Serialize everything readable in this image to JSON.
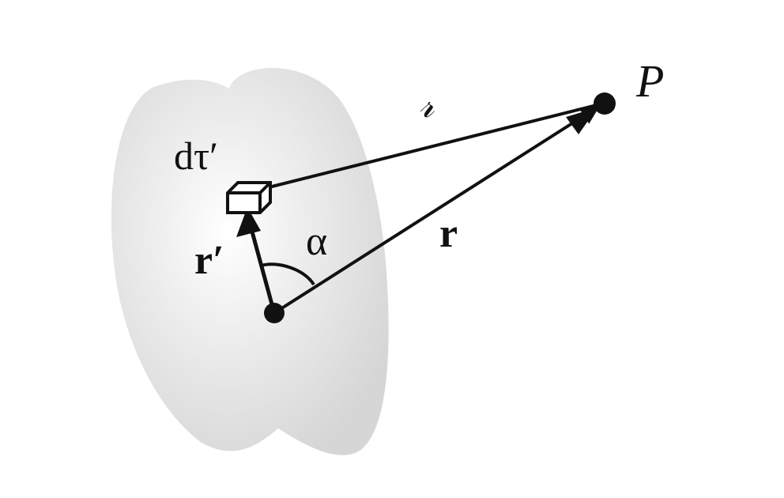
{
  "diagram": {
    "labels": {
      "volume_element": "dτ′",
      "separation": "𝓇",
      "point": "P",
      "source_vector": "r′",
      "field_vector": "r",
      "angle": "α"
    }
  }
}
